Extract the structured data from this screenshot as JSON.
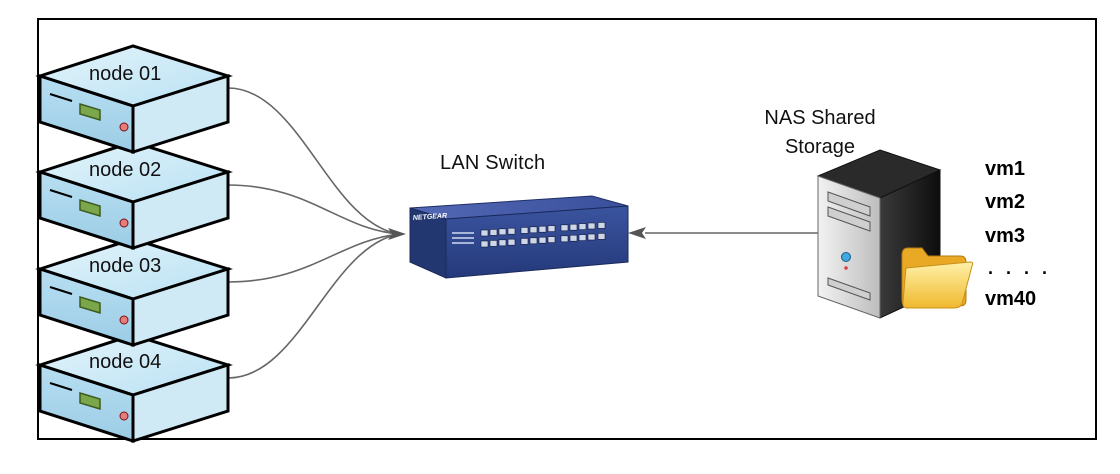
{
  "nodes": [
    {
      "label": "node 01"
    },
    {
      "label": "node 02"
    },
    {
      "label": "node 03"
    },
    {
      "label": "node 04"
    }
  ],
  "switch": {
    "label": "LAN Switch",
    "brand": "NETGEAR"
  },
  "storage": {
    "label_line1": "NAS Shared",
    "label_line2": "Storage"
  },
  "vms": [
    "vm1",
    "vm2",
    "vm3",
    ". . . .",
    "vm40"
  ],
  "colors": {
    "node_top": "#c9e9f7",
    "node_side": "#a9d6ec",
    "switch_body": "#2f4a93",
    "connector": "#555555",
    "border": "#000000"
  },
  "icons": {
    "node": "server-node-icon",
    "switch": "network-switch-icon",
    "storage": "tower-server-icon",
    "folder": "folder-icon"
  }
}
